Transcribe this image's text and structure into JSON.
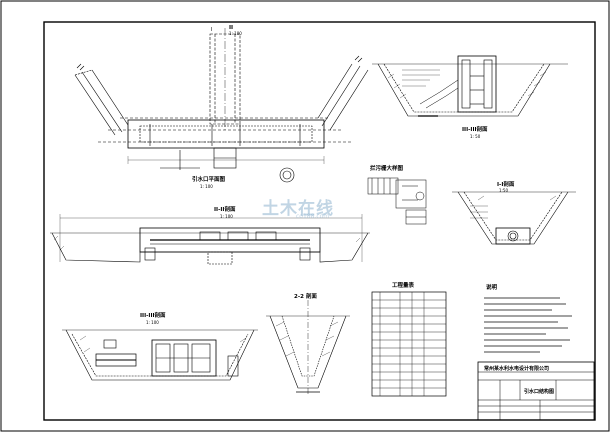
{
  "drawing": {
    "views": {
      "plan": {
        "title": "引水口平面图",
        "scale": "1: 100"
      },
      "section_I": {
        "title": "I-I剖面",
        "scale": "1:50"
      },
      "section_II": {
        "title": "II-II剖面",
        "scale": "1: 100"
      },
      "section_III": {
        "title": "III-III剖面",
        "scale": "1: 100"
      },
      "section_22": {
        "title": "2-2 剖面"
      },
      "section_III_right": {
        "title": "III-III剖面",
        "scale": "1: 50"
      },
      "detail": {
        "title": "拦污栅大样图"
      },
      "section_II_top": {
        "title": "II",
        "scale": "1: 100"
      },
      "label_I": "I",
      "label_II": "II"
    },
    "table_title": "工程量表",
    "notes_title": "说明",
    "title_block": {
      "company": "常州某水利水电设计有限公司",
      "drawing_name": "引水口结构图"
    },
    "watermark": {
      "text": "土木在线",
      "url": "co188.com"
    }
  }
}
